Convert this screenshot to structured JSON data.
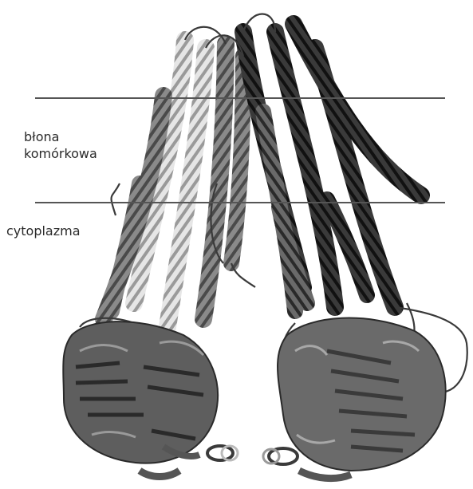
{
  "labels": {
    "membrane_line1": "błona",
    "membrane_line2": "komórkowa",
    "cytoplasm": "cytoplazma"
  },
  "colors": {
    "boundary_line": "#555555",
    "helix_light": "#d8d8d8",
    "helix_mid": "#7a7a7a",
    "helix_dark": "#2e2e2e",
    "domain_gray": "#5a5a5a"
  },
  "icons": {
    "structure": "protein-ribbon-structure"
  }
}
